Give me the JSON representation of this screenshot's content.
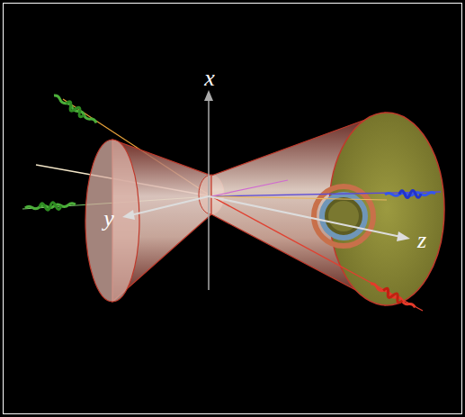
{
  "diagram": {
    "labels": [
      "x",
      "y",
      "z"
    ]
  }
}
